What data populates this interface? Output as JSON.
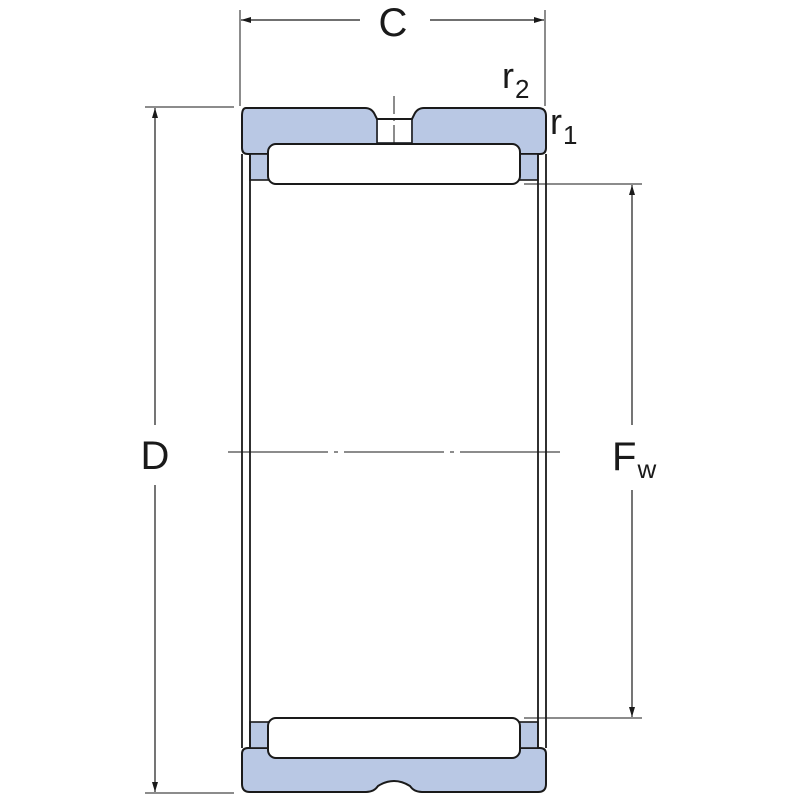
{
  "diagram": {
    "colors": {
      "ring_fill": "#b9c8e4",
      "line": "#1a1a1a",
      "background": "#ffffff"
    },
    "labels": {
      "width": "C",
      "outer_diameter": "D",
      "bore_main": "F",
      "bore_sub": "w",
      "r2_main": "r",
      "r2_sub": "2",
      "r1_main": "r",
      "r1_sub": "1"
    }
  }
}
